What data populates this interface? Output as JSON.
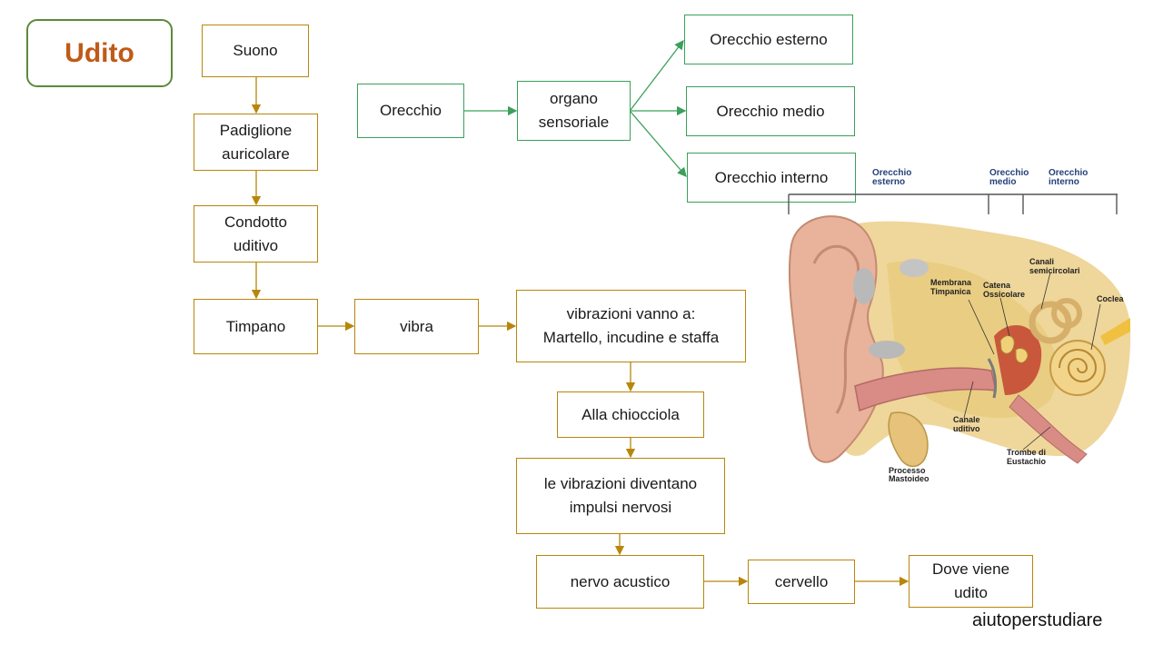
{
  "title": "Udito",
  "chain": {
    "suono": "Suono",
    "padiglione": [
      "Padiglione",
      "auricolare"
    ],
    "condotto": [
      "Condotto",
      "uditivo"
    ],
    "timpano": "Timpano",
    "vibra": "vibra",
    "vibrazioni": [
      "vibrazioni vanno a:",
      "Martello, incudine e staffa"
    ],
    "chiocciola": "Alla chiocciola",
    "impulsi": [
      "le vibrazioni diventano",
      "impulsi nervosi"
    ],
    "nervo": "nervo acustico",
    "cervello": "cervello",
    "udito": [
      "Dove viene",
      "udito"
    ]
  },
  "ear_map": {
    "orecchio": "Orecchio",
    "organo": [
      "organo",
      "sensoriale"
    ],
    "esterno": "Orecchio esterno",
    "medio": "Orecchio medio",
    "interno": "Orecchio interno"
  },
  "illustration": {
    "header_esterno": [
      "Orecchio",
      "esterno"
    ],
    "header_medio": [
      "Orecchio",
      "medio"
    ],
    "header_interno": [
      "Orecchio",
      "interno"
    ],
    "membrana": [
      "Membrana",
      "Timpanica"
    ],
    "catena": [
      "Catena",
      "Ossicolare"
    ],
    "canali": [
      "Canali",
      "semicircolari"
    ],
    "coclea": "Coclea",
    "canale": [
      "Canale",
      "uditivo"
    ],
    "trombe": [
      "Trombe di",
      "Eustachio"
    ],
    "processo": [
      "Processo",
      "Mastoideo"
    ]
  },
  "footer": "aiutoperstudiare",
  "colors": {
    "gold": "#b8860b",
    "green": "#3aa05a",
    "title": "#c05a18",
    "title_border": "#5a8a3a"
  }
}
